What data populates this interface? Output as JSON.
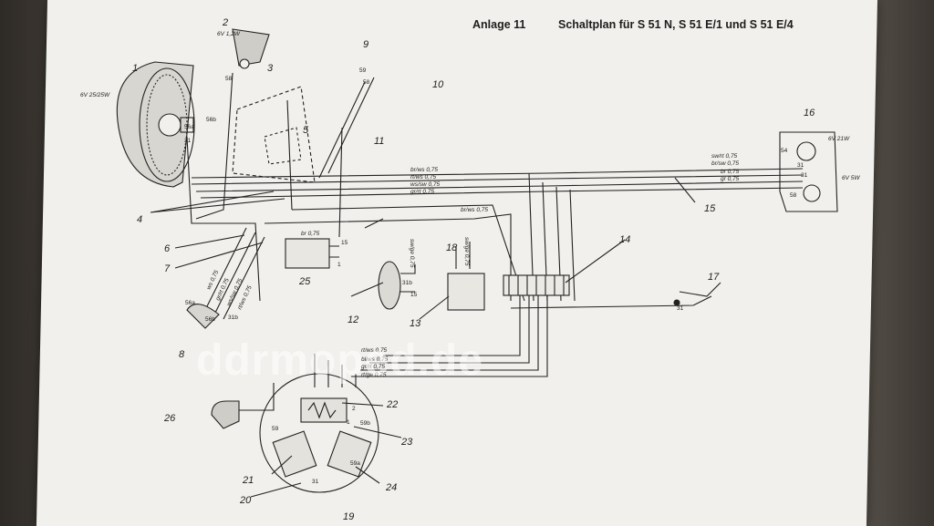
{
  "title": {
    "annex": "Anlage 11",
    "text": "Schaltplan für S 51 N, S 51 E/1 und S 51 E/4"
  },
  "watermark": "ddrmoped.de",
  "bulb_specs": {
    "headlight": "6V 25/25W",
    "parking": "6V 1,2W",
    "brake": "6V 21W",
    "tail": "6V 5W"
  },
  "callouts": [
    "1",
    "2",
    "3",
    "4",
    "5",
    "6",
    "7",
    "8",
    "9",
    "10",
    "11",
    "12",
    "13",
    "14",
    "15",
    "16",
    "17",
    "18",
    "19",
    "20",
    "21",
    "22",
    "23",
    "24",
    "25",
    "26"
  ],
  "wire_labels": {
    "main_top": [
      "br/ws 0,75",
      "rt/ws 0,75",
      "ws/sw 0,75",
      "gr/rt 0,75"
    ],
    "mid": "br/ws 0,75",
    "cdi_box": "br 0,75",
    "ignition_switch": "sw/ge 0,75",
    "regulator": "sw/ge 0,75",
    "rear": [
      "sw/rt 0,75",
      "br/sw 0,75",
      "br 0,75",
      "gr 0,75"
    ],
    "handlebar": [
      "ws 0,75",
      "gr/rt 0,75",
      "ws/sw 0,75",
      "rt/ws 0,75"
    ],
    "generator": [
      "rt/ws 0,75",
      "bl/ws 0,75",
      "gr/rt 0,75",
      "rt/ge 0,75"
    ]
  },
  "terminals": {
    "head_56b": "56b",
    "head_56a": "56a",
    "head_31": "31",
    "park_58": "58",
    "speedo_59": "59",
    "speedo_58": "58",
    "cdi_15": "15",
    "cdi_1": "1",
    "coil_31b": "31b",
    "coil_15": "15",
    "brake_54": "54",
    "rear_31a": "31",
    "rear_31b": "31",
    "tail_58": "58",
    "stop_31": "31",
    "sw_56a": "56a",
    "sw_56b": "56b",
    "sw_31b": "31b",
    "gen_2": "2",
    "gen_59b": "59b",
    "gen_59": "59",
    "gen_59a": "59a",
    "gen_1": "1",
    "gen_31": "31"
  }
}
